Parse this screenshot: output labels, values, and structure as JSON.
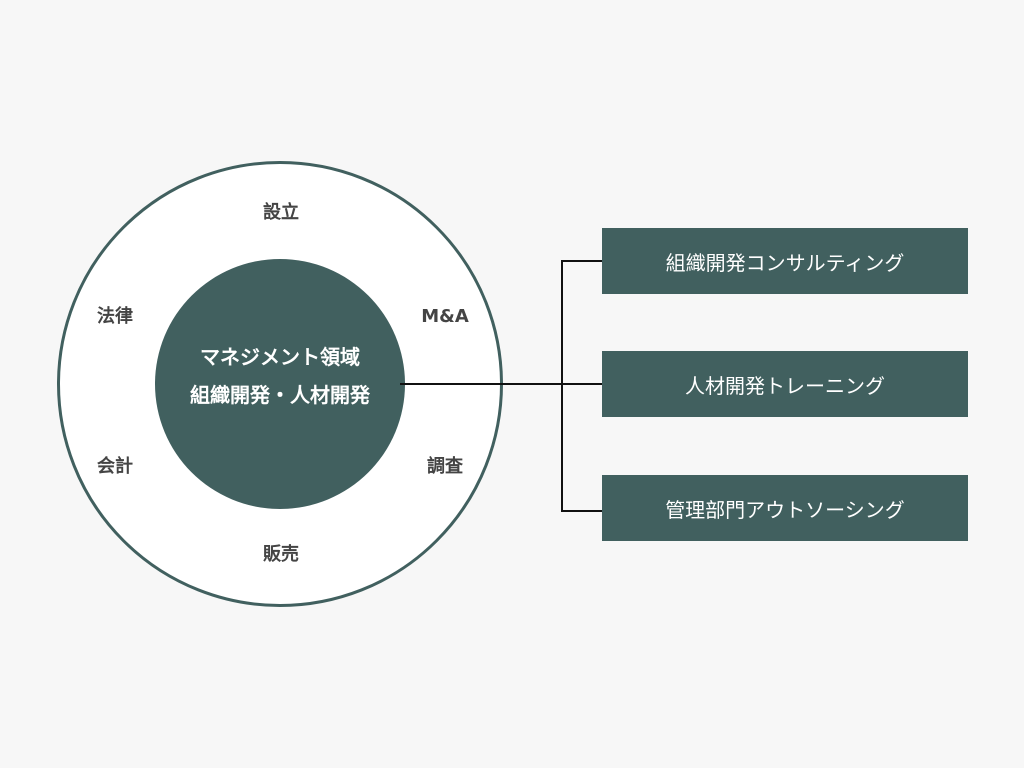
{
  "core": {
    "title": "マネジメント領域",
    "subtitle": "組織開発・人材開発"
  },
  "ring_labels": {
    "top": "設立",
    "upper_left": "法律",
    "upper_right": "M&A",
    "lower_left": "会計",
    "lower_right": "調査",
    "bottom": "販売"
  },
  "services": [
    {
      "label": "組織開発コンサルティング"
    },
    {
      "label": "人材開発トレーニング"
    },
    {
      "label": "管理部門アウトソーシング"
    }
  ],
  "colors": {
    "accent": "#41605f",
    "background": "#f7f7f7",
    "ring_fill": "#ffffff",
    "ring_label": "#444444",
    "connector": "#111111"
  }
}
